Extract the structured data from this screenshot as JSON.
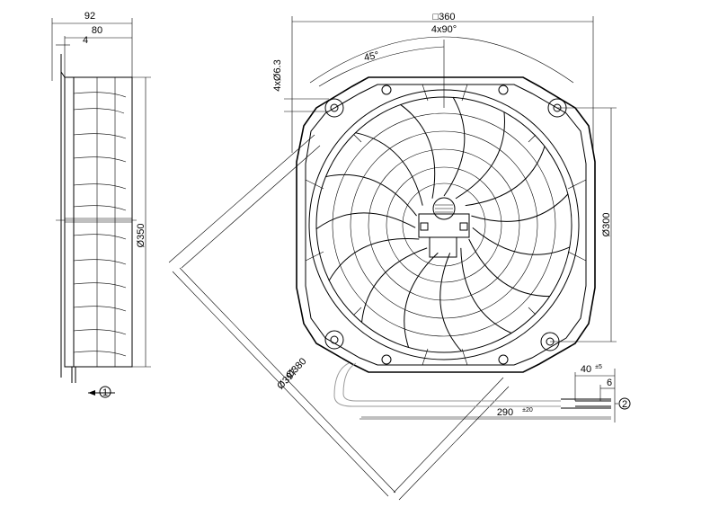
{
  "side_view": {
    "dim_overall_depth": "92",
    "dim_body_depth": "80",
    "dim_flange": "4",
    "dim_diameter": "Ø350",
    "callout_1": "1"
  },
  "front_view": {
    "dim_square": "□360",
    "dim_holes_angle": "4x90°",
    "dim_angle": "45°",
    "dim_holes": "4xØ6.3",
    "dim_pcd": "Ø300",
    "dim_outer_1": "Ø380",
    "dim_outer_2": "Ø397"
  },
  "cable": {
    "dim_strip": "40",
    "dim_strip_tol": "±5",
    "dim_end": "6",
    "dim_length": "290",
    "dim_length_tol": "±20",
    "callout_2": "2"
  }
}
